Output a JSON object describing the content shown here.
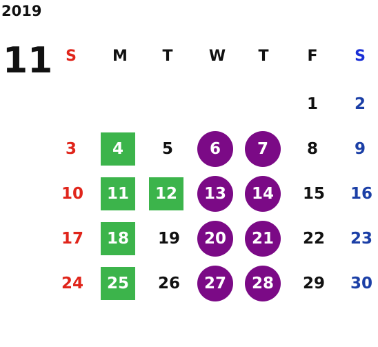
{
  "calendar": {
    "year": "2019",
    "month": "11",
    "weekdays": [
      "S",
      "M",
      "T",
      "W",
      "T",
      "F",
      "S"
    ],
    "weeks": [
      [
        "",
        "",
        "",
        "",
        "",
        "1",
        "2"
      ],
      [
        "3",
        "4",
        "5",
        "6",
        "7",
        "8",
        "9"
      ],
      [
        "10",
        "11",
        "12",
        "13",
        "14",
        "15",
        "16"
      ],
      [
        "17",
        "18",
        "19",
        "20",
        "21",
        "22",
        "23"
      ],
      [
        "24",
        "25",
        "26",
        "27",
        "28",
        "29",
        "30"
      ]
    ],
    "green_square_days": [
      "4",
      "11",
      "12",
      "18",
      "25"
    ],
    "purple_circle_days": [
      "6",
      "7",
      "13",
      "14",
      "20",
      "21",
      "27",
      "28"
    ]
  },
  "colors": {
    "sunday": "#e0251b",
    "saturday": "#1b3fa6",
    "green": "#3cb44b",
    "purple": "#7b0a86"
  }
}
